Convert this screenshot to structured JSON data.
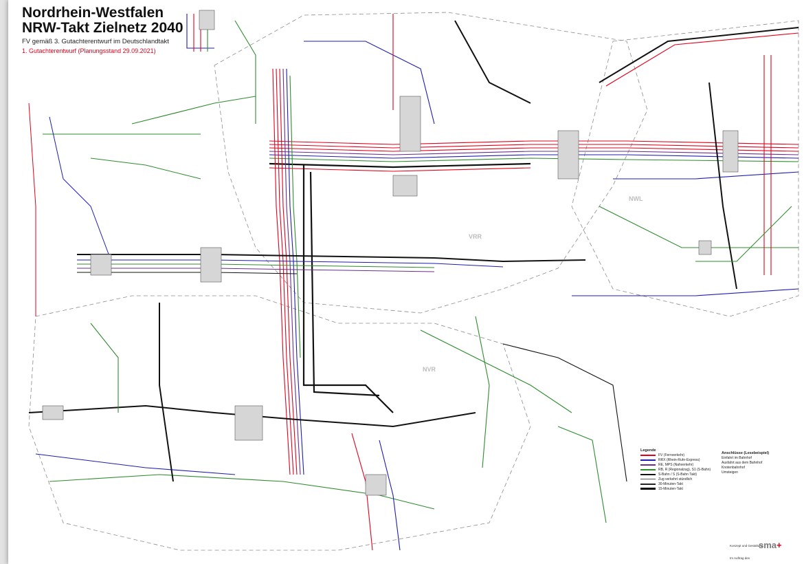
{
  "document": {
    "title_line1": "Nordrhein-Westfalen",
    "title_line2": "NRW-Takt Zielnetz 2040",
    "subtitle": "FV gemäß 3. Gutachterentwurf im Deutschlandtakt",
    "status": "1. Gutachterentwurf (Planungsstand 29.09.2021)"
  },
  "regions": {
    "vrr": "VRR",
    "nvr": "NVR",
    "nwl": "NWL"
  },
  "legend": {
    "title": "Legende",
    "items": [
      {
        "label": "FV (Fernverkehr)",
        "color": "#e3001b"
      },
      {
        "label": "RRX (Rhein-Ruhr-Express)",
        "color": "#1c1cb0"
      },
      {
        "label": "RE, MPS (Nahverkehr)",
        "color": "#6a2c8f"
      },
      {
        "label": "RB, R (Regionalzug), S1 (S-Bahn)",
        "color": "#2e8b2e"
      },
      {
        "label": "S-Bahn / S (S-Bahn Takt)",
        "color": "#111111"
      },
      {
        "label": "Zug verkehrt stündlich",
        "color": "#555555"
      },
      {
        "label": "30-Minuten-Takt",
        "color": "#222222"
      },
      {
        "label": "15-Minuten-Takt",
        "color": "#000000"
      }
    ],
    "col2_title": "Anschlüsse (Lesebeispiel)",
    "col2_items": [
      "Einfahrt im Bahnhof",
      "Ausfahrt aus dem Bahnhof",
      "Knotenbahnhof",
      "Umsteigen"
    ]
  },
  "branding": {
    "logo_text": "sma",
    "logo_mark": "+",
    "credit_label": "Konzept und Gestaltung:",
    "client_label": "Im Auftrag des"
  },
  "colors": {
    "long_distance": "#e3001b",
    "rrx": "#1c1cb0",
    "regional": "#2e8b2e",
    "sbahn": "#111111",
    "regional_express": "#6a2c8f",
    "region_boundary": "#8c8c8c"
  }
}
